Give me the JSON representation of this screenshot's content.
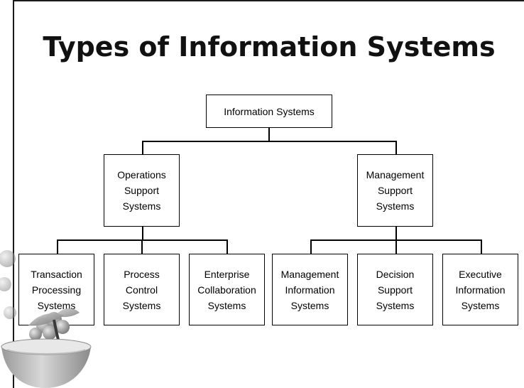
{
  "slide": {
    "title": "Types of Information Systems"
  },
  "diagram": {
    "root": {
      "label": "Information Systems"
    },
    "branches": [
      {
        "label": "Operations\nSupport\nSystems",
        "children": [
          {
            "label": "Transaction\nProcessing\nSystems"
          },
          {
            "label": "Process\nControl\nSystems"
          },
          {
            "label": "Enterprise\nCollaboration\nSystems"
          }
        ]
      },
      {
        "label": "Management\nSupport\nSystems",
        "children": [
          {
            "label": "Management\nInformation\nSystems"
          },
          {
            "label": "Decision\nSupport\nSystems"
          },
          {
            "label": "Executive\nInformation\nSystems"
          }
        ]
      }
    ]
  },
  "decoration": {
    "icon": "bowl-with-fruit-illustration"
  }
}
